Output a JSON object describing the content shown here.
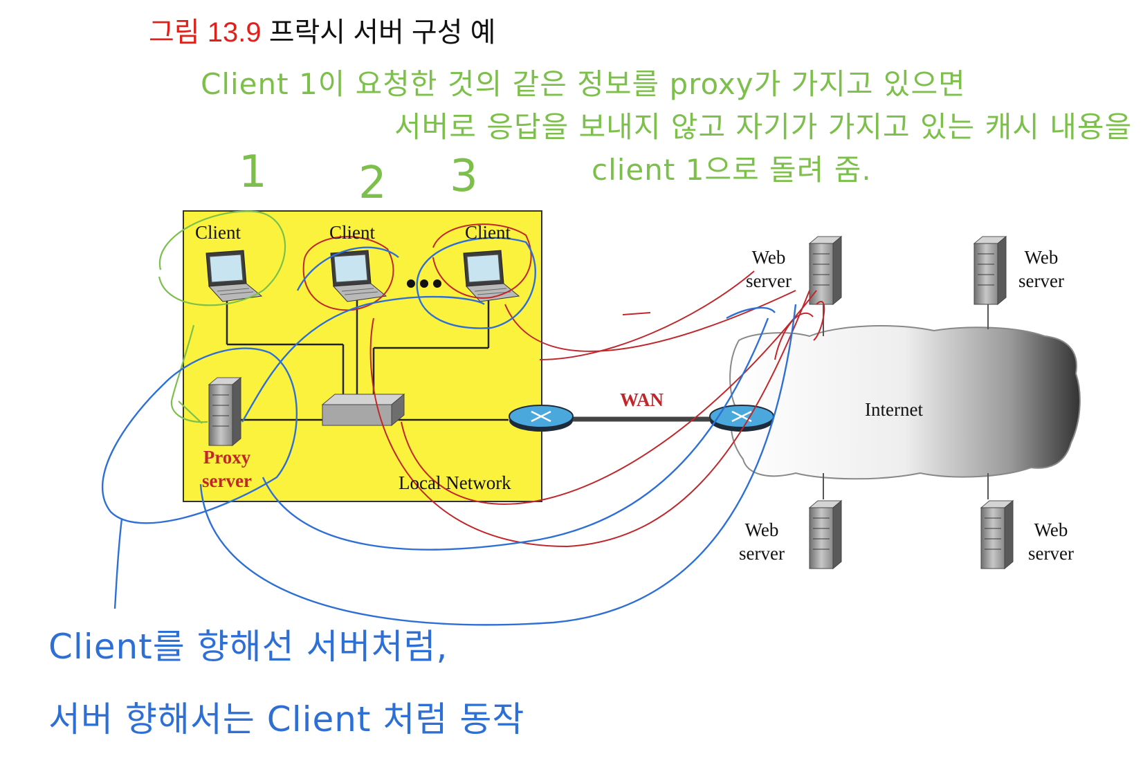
{
  "title": {
    "figure_label": "그림 13.9",
    "text": "프락시 서버 구성 예"
  },
  "diagram": {
    "clients": [
      "Client",
      "Client",
      "Client"
    ],
    "proxy_label": [
      "Proxy",
      "server"
    ],
    "local_network_label": "Local Network",
    "wan_label": "WAN",
    "internet_label": "Internet",
    "web_servers": [
      [
        "Web",
        "server"
      ],
      [
        "Web",
        "server"
      ],
      [
        "Web",
        "server"
      ],
      [
        "Web",
        "server"
      ]
    ]
  },
  "annotations": {
    "green_lines": [
      "Client 1이 요청한 것의 같은 정보를 proxy가 가지고 있으면",
      "서버로 응답을 보내지 않고 자기가 가지고 있는 캐시 내용을",
      "client 1으로 돌려 줌."
    ],
    "client_numbers": [
      "1",
      "2",
      "3"
    ],
    "blue_lines": [
      "Client를 향해선 서버처럼,",
      "서버 향해서는 Client 처럼 동작"
    ]
  },
  "colors": {
    "lan_fill": "#fbf23e",
    "annotation_green": "#7cbf4a",
    "annotation_blue": "#2e6fd6",
    "annotation_red": "#c0262a",
    "figure_label": "#e0201a"
  }
}
